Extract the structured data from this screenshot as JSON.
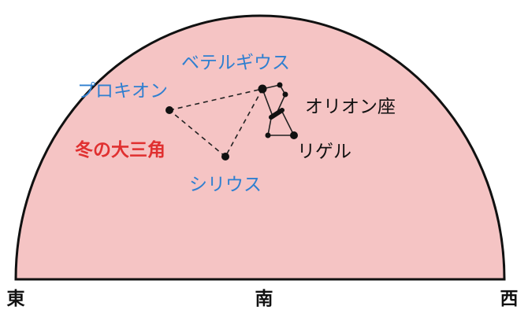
{
  "colors": {
    "sky_fill": "#f5c4c4",
    "outline": "#111111",
    "star_label": "#2f7fd0",
    "triangle_label": "#e03030",
    "constellation_label": "#111111"
  },
  "labels": {
    "betelgeuse": "ベテルギウス",
    "procyon": "プロキオン",
    "sirius": "シリウス",
    "winter_triangle": "冬の大三角",
    "orion": "オリオン座",
    "rigel": "リゲル"
  },
  "directions": {
    "east": "東",
    "south": "南",
    "west": "西"
  }
}
